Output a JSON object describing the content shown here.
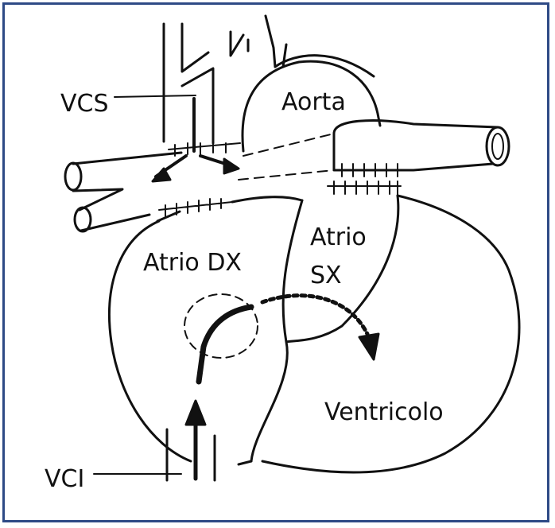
{
  "labels": {
    "vcs": "VCS",
    "aorta": "Aorta",
    "atrio_sx_line1": "Atrio",
    "atrio_sx_line2": "SX",
    "atrio_dx": "Atrio DX",
    "ventricolo": "Ventricolo",
    "vci": "VCI"
  },
  "colors": {
    "border": "#2e4a86",
    "ink": "#111111"
  }
}
